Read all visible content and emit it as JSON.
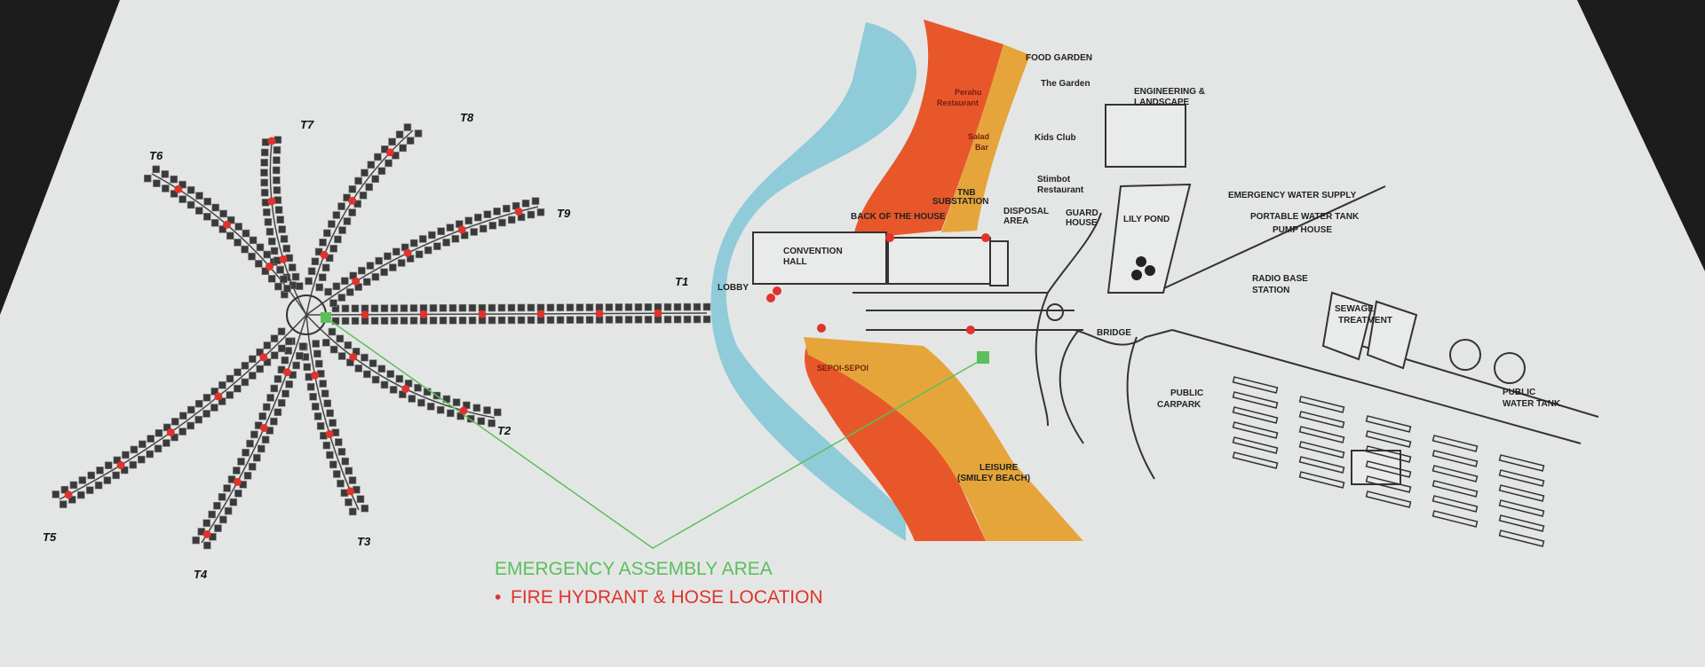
{
  "colors": {
    "water": "#8fcbd9",
    "sand_dark": "#e8572a",
    "sand_light": "#e6a53a",
    "assembly": "#5bbf5b",
    "hydrant": "#e0332a",
    "paper": "#e4e6e6"
  },
  "towers": {
    "t1": "T1",
    "t2": "T2",
    "t3": "T3",
    "t4": "T4",
    "t5": "T5",
    "t6": "T6",
    "t7": "T7",
    "t8": "T8",
    "t9": "T9"
  },
  "labels": {
    "food_garden": "FOOD GARDEN",
    "the_garden": "The Garden",
    "perahu": "Perahu",
    "perahu2": "Restaurant",
    "salad": "Salad",
    "salad2": "Bar",
    "kids_club": "Kids Club",
    "stimbot": "Stimbot",
    "stimbot2": "Restaurant",
    "engineering": "ENGINEERING &",
    "landscape": "LANDSCAPE",
    "tnb": "TNB",
    "substation": "SUBSTATION",
    "back_of_house": "BACK OF THE HOUSE",
    "disposal": "DISPOSAL",
    "disposal2": "AREA",
    "guard": "GUARD",
    "guard2": "HOUSE",
    "lily_pond": "LILY POND",
    "emergency_water": "EMERGENCY WATER SUPPLY",
    "portable_tank": "PORTABLE WATER TANK",
    "pump_house": "PUMP HOUSE",
    "radio": "RADIO BASE",
    "radio2": "STATION",
    "sewage": "SEWAGE",
    "sewage2": "TREATMENT",
    "convention": "CONVENTION",
    "convention2": "HALL",
    "lobby": "LOBBY",
    "bridge": "BRIDGE",
    "sepoi": "SEPOI-SEPOI",
    "public_carpark": "PUBLIC",
    "public_carpark2": "CARPARK",
    "public_tank": "PUBLIC",
    "public_tank2": "WATER TANK",
    "leisure": "LEISURE",
    "leisure2": "(SMILEY BEACH)"
  },
  "legend": {
    "assembly": "EMERGENCY ASSEMBLY AREA",
    "hydrant": "FIRE HYDRANT & HOSE LOCATION",
    "bullet": "•"
  }
}
